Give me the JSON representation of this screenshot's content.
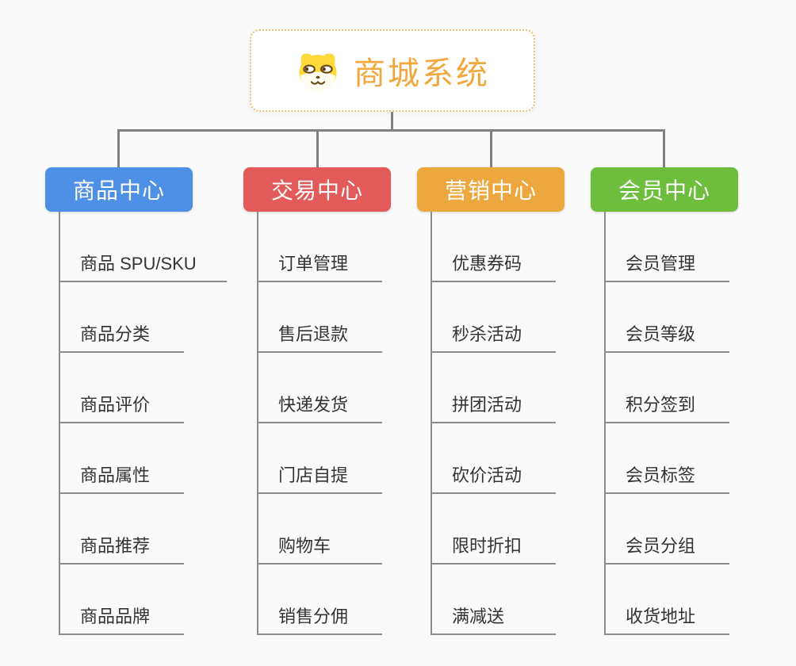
{
  "root": {
    "title": "商城系统",
    "icon": "dog-face-icon",
    "title_color": "#F2A73D",
    "border_color": "#F3BE72"
  },
  "connector_color": "#808080",
  "leaf_line_color": "#8C8C8C",
  "leaf_text_color": "#333333",
  "branches": [
    {
      "label": "商品中心",
      "color": "#4D90E6",
      "children": [
        "商品 SPU/SKU",
        "商品分类",
        "商品评价",
        "商品属性",
        "商品推荐",
        "商品品牌"
      ]
    },
    {
      "label": "交易中心",
      "color": "#E25A5A",
      "children": [
        "订单管理",
        "售后退款",
        "快递发货",
        "门店自提",
        "购物车",
        "销售分佣"
      ]
    },
    {
      "label": "营销中心",
      "color": "#ECA83E",
      "children": [
        "优惠券码",
        "秒杀活动",
        "拼团活动",
        "砍价活动",
        "限时折扣",
        "满减送"
      ]
    },
    {
      "label": "会员中心",
      "color": "#6EBE3E",
      "children": [
        "会员管理",
        "会员等级",
        "积分签到",
        "会员标签",
        "会员分组",
        "收货地址"
      ]
    }
  ]
}
